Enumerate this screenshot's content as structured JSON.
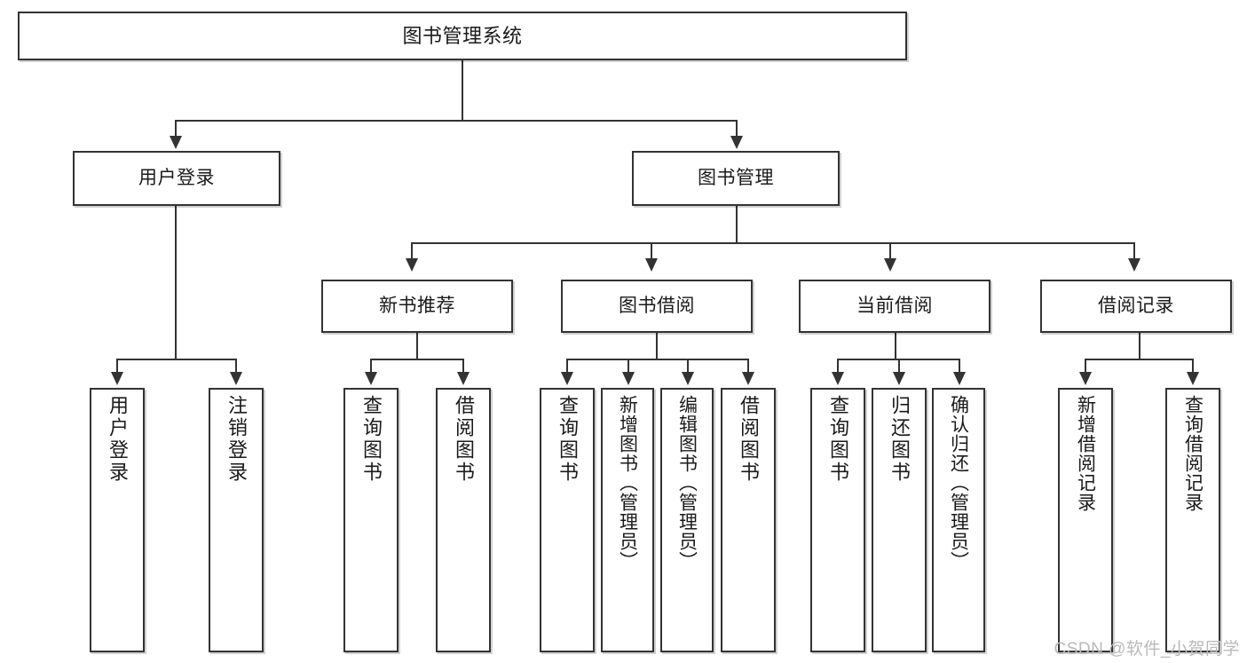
{
  "diagram": {
    "title": "图书管理系统",
    "type": "tree",
    "watermark": "CSDN @软件_小贺同学",
    "colors": {
      "box_border": "#333333",
      "box_fill": "#ffffff",
      "connector": "#333333",
      "text": "#1a1a1a",
      "watermark": "#b9b9b9"
    },
    "root": {
      "label": "图书管理系统"
    },
    "level2": [
      {
        "label": "用户登录"
      },
      {
        "label": "图书管理"
      }
    ],
    "level3": [
      {
        "label": "新书推荐"
      },
      {
        "label": "图书借阅"
      },
      {
        "label": "当前借阅"
      },
      {
        "label": "借阅记录"
      }
    ],
    "leaves": {
      "user_login": [
        {
          "label": "用户登录"
        },
        {
          "label": "注销登录"
        }
      ],
      "new_book_recommend": [
        {
          "label": "查询图书"
        },
        {
          "label": "借阅图书"
        }
      ],
      "book_borrow": [
        {
          "label": "查询图书"
        },
        {
          "label": "新增图书（管理员）"
        },
        {
          "label": "编辑图书（管理员）"
        },
        {
          "label": "借阅图书"
        }
      ],
      "current_borrow": [
        {
          "label": "查询图书"
        },
        {
          "label": "归还图书"
        },
        {
          "label": "确认归还（管理员）"
        }
      ],
      "borrow_record": [
        {
          "label": "新增借阅记录"
        },
        {
          "label": "查询借阅记录"
        }
      ]
    }
  }
}
